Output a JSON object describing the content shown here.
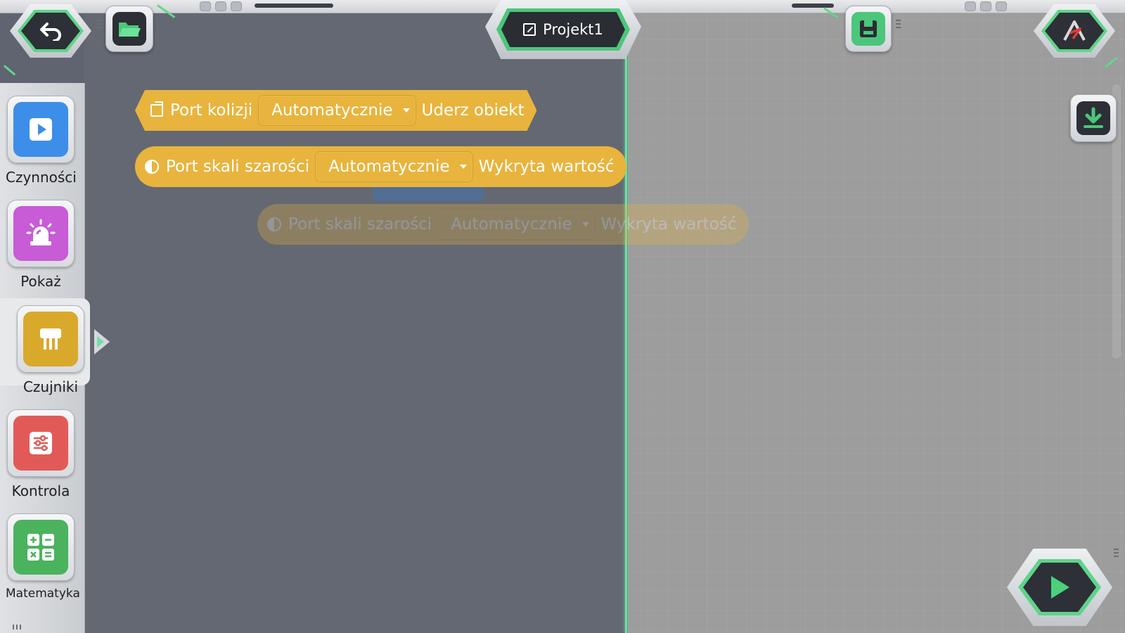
{
  "header": {
    "project_title": "Projekt1"
  },
  "toolbar": {
    "back_icon": "back-arrow-icon",
    "open_icon": "folder-icon",
    "save_icon": "floppy-disk-icon",
    "device_icon": "ai-logo-icon",
    "download_icon": "download-icon",
    "run_icon": "play-icon"
  },
  "sidebar": {
    "items": [
      {
        "label": "Czynności",
        "icon": "play-icon",
        "color": "#3d8ee8"
      },
      {
        "label": "Pokaż",
        "icon": "alarm-light-icon",
        "color": "#c85bd6"
      },
      {
        "label": "Czujniki",
        "icon": "sensor-icon",
        "color": "#d9a92c"
      },
      {
        "label": "Kontrola",
        "icon": "sliders-icon",
        "color": "#e25a58"
      },
      {
        "label": "Matematyka",
        "icon": "math-icon",
        "color": "#4bb25e"
      }
    ],
    "active_index": 2
  },
  "blocks": [
    {
      "prefix": "Port kolizji",
      "dropdown": "Automatycznie",
      "suffix": "Uderz obiekt",
      "color": "#e8b43d"
    },
    {
      "prefix": "Port skali szarości",
      "dropdown": "Automatycznie",
      "suffix": "Wykryta wartość",
      "color": "#e8b43d"
    }
  ],
  "drag_ghost": {
    "prefix": "Port skali szarości",
    "dropdown": "Automatycznie",
    "suffix": "Wykryta wartość"
  },
  "colors": {
    "accent_green": "#5ed48a",
    "workspace": "#646872",
    "stage": "#9d9d9d"
  }
}
